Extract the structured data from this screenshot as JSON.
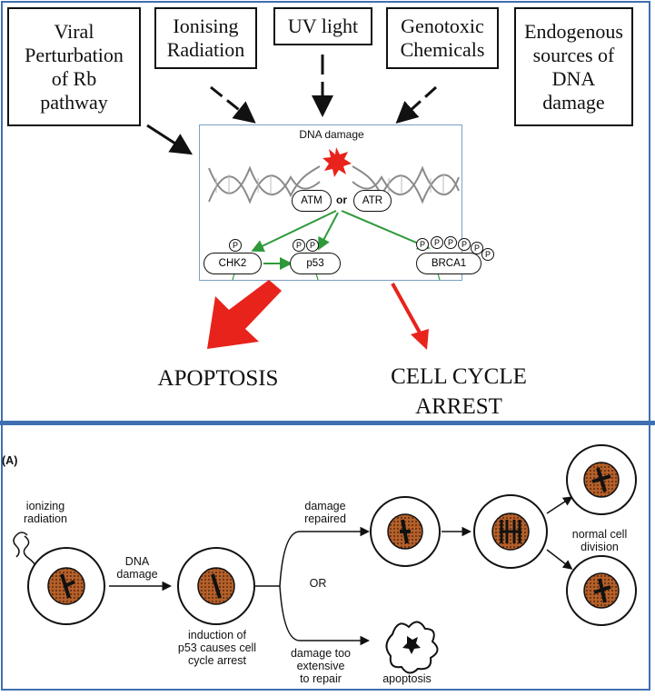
{
  "top": {
    "sources": [
      "Viral\nPerturbation\nof Rb\npathway",
      "Ionising\nRadiation",
      "UV light",
      "Genotoxic\nChemicals",
      "Endogenous\nsources of\nDNA\ndamage"
    ],
    "center": {
      "title": "DNA damage",
      "atm": "ATM",
      "or": "or",
      "atr": "ATR",
      "chk2": "CHK2",
      "p53": "p53",
      "brca1": "BRCA1",
      "p": "P"
    },
    "outcomes": {
      "apoptosis": "APOPTOSIS",
      "arrest": "CELL CYCLE\nARREST"
    },
    "colors": {
      "red_arrow": "#e8231c",
      "green_arrow": "#2e9a3a",
      "border": "#3f6fb0"
    }
  },
  "bottom": {
    "panel_label": "(A)",
    "ionizing": "ionizing\nradiation",
    "dna_damage": "DNA\ndamage",
    "induction": "induction of\np53 causes cell\ncycle arrest",
    "repaired": "damage\nrepaired",
    "or": "OR",
    "too_extensive": "damage too\nextensive\nto repair",
    "apoptosis": "apoptosis",
    "normal": "normal cell\ndivision"
  }
}
